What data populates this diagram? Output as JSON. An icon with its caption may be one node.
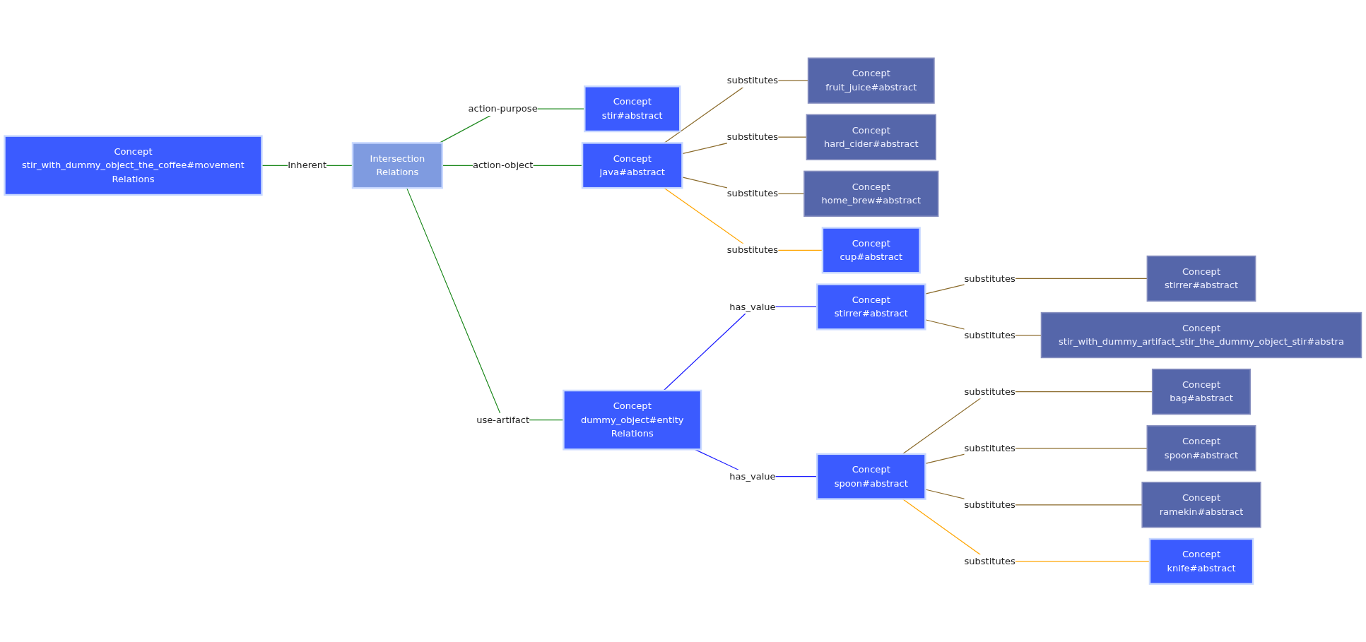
{
  "diagram": {
    "nodes": [
      {
        "text": [
          "Concept",
          "stir_with_dummy_object_the_coffee#movement",
          "Relations"
        ]
      },
      {
        "text": [
          "Intersection",
          "Relations"
        ]
      },
      {
        "text": [
          "Concept",
          "stir#abstract"
        ]
      },
      {
        "text": [
          "Concept",
          "java#abstract"
        ]
      },
      {
        "text": [
          "Concept",
          "dummy_object#entity",
          "Relations"
        ]
      },
      {
        "text": [
          "Concept",
          "fruit_juice#abstract"
        ]
      },
      {
        "text": [
          "Concept",
          "hard_cider#abstract"
        ]
      },
      {
        "text": [
          "Concept",
          "home_brew#abstract"
        ]
      },
      {
        "text": [
          "Concept",
          "cup#abstract"
        ]
      },
      {
        "text": [
          "Concept",
          "stirrer#abstract"
        ]
      },
      {
        "text": [
          "Concept",
          "stirrer#abstract"
        ]
      },
      {
        "text": [
          "Concept",
          "stir_with_dummy_artifact_stir_the_dummy_object_stir#abstra"
        ]
      },
      {
        "text": [
          "Concept",
          "spoon#abstract"
        ]
      },
      {
        "text": [
          "Concept",
          "bag#abstract"
        ]
      },
      {
        "text": [
          "Concept",
          "spoon#abstract"
        ]
      },
      {
        "text": [
          "Concept",
          "ramekin#abstract"
        ]
      },
      {
        "text": [
          "Concept",
          "knife#abstract"
        ]
      }
    ],
    "edges": [
      {
        "from": 0,
        "to": 1,
        "label": "Inherent",
        "arrow": "none",
        "color": "#1f8a1f"
      },
      {
        "from": 1,
        "to": 2,
        "label": "action-purpose",
        "arrow": "none",
        "color": "#1f8a1f"
      },
      {
        "from": 1,
        "to": 3,
        "label": "action-object",
        "arrow": "none",
        "color": "#1f8a1f"
      },
      {
        "from": 1,
        "to": 4,
        "label": "use-artifact",
        "arrow": "none",
        "color": "#1f8a1f"
      },
      {
        "from": 3,
        "to": 5,
        "label": "substitutes",
        "arrow": "none"
      },
      {
        "from": 3,
        "to": 6,
        "label": "substitutes",
        "arrow": "none"
      },
      {
        "from": 3,
        "to": 7,
        "label": "substitutes",
        "arrow": "none"
      },
      {
        "from": 3,
        "to": 8,
        "label": "substitutes",
        "arrow": "none",
        "color": "#ffa500"
      },
      {
        "from": 4,
        "to": 9,
        "label": "has_value",
        "arrow": "none",
        "color": "#1a1aff"
      },
      {
        "from": 4,
        "to": 12,
        "label": "has_value",
        "arrow": "none",
        "color": "#1a1aff"
      },
      {
        "from": 9,
        "to": 10,
        "label": "substitutes",
        "arrow": "none"
      },
      {
        "from": 9,
        "to": 11,
        "label": "substitutes",
        "arrow": "none"
      },
      {
        "from": 12,
        "to": 13,
        "label": "substitutes",
        "arrow": "none"
      },
      {
        "from": 12,
        "to": 14,
        "label": "substitutes",
        "arrow": "none"
      },
      {
        "from": 12,
        "to": 15,
        "label": "substitutes",
        "arrow": "none"
      },
      {
        "from": 12,
        "to": 16,
        "label": "substitutes",
        "arrow": "none",
        "color": "#ffa500"
      }
    ]
  }
}
